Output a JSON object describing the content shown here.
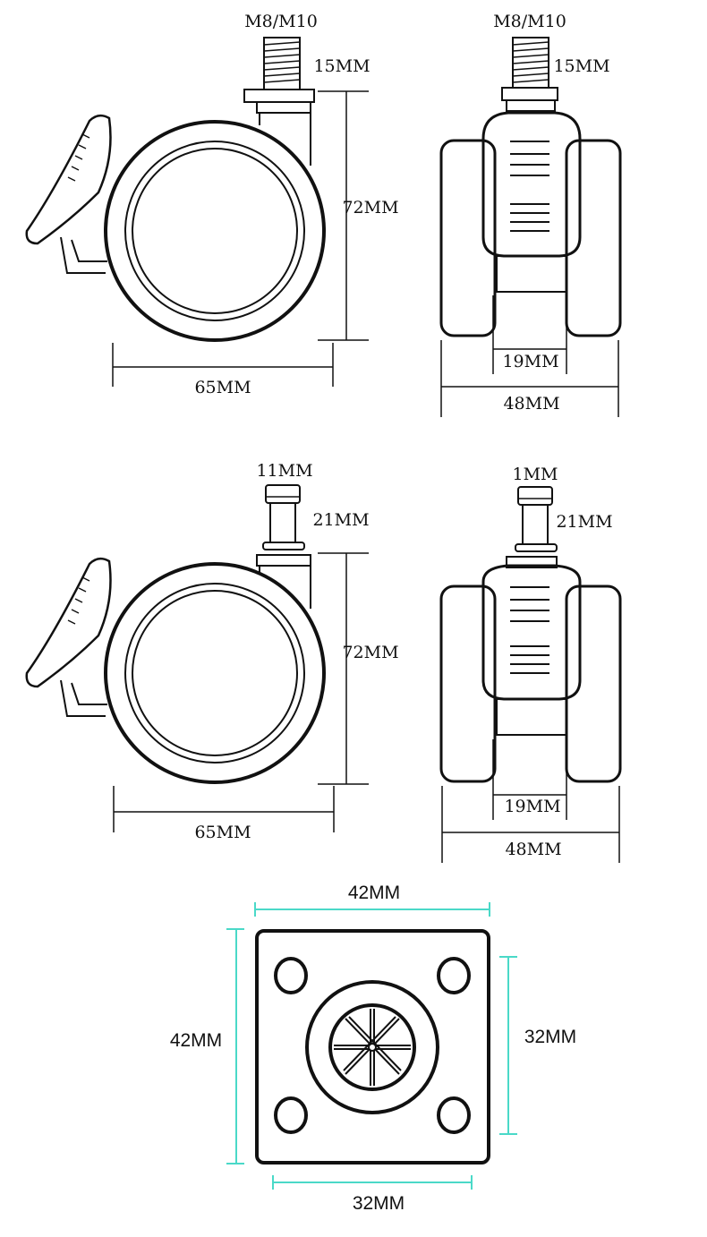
{
  "view_threaded": {
    "thread": "M8/M10",
    "stem": "15MM",
    "height": "72MM",
    "width": "65MM"
  },
  "view_threaded_front": {
    "thread": "M8/M10",
    "stem": "15MM",
    "inner_width": "19MM",
    "width": "48MM"
  },
  "view_grip": {
    "ring": "11MM",
    "stem": "21MM",
    "height": "72MM",
    "width": "65MM"
  },
  "view_grip_front": {
    "ring": "1MM",
    "stem": "21MM",
    "inner_width": "19MM",
    "width": "48MM"
  },
  "plate": {
    "top_width": "42MM",
    "left_height": "42MM",
    "right_hole_spacing": "32MM",
    "bottom_hole_spacing": "32MM",
    "dimension_color": "#4ad9c8"
  }
}
